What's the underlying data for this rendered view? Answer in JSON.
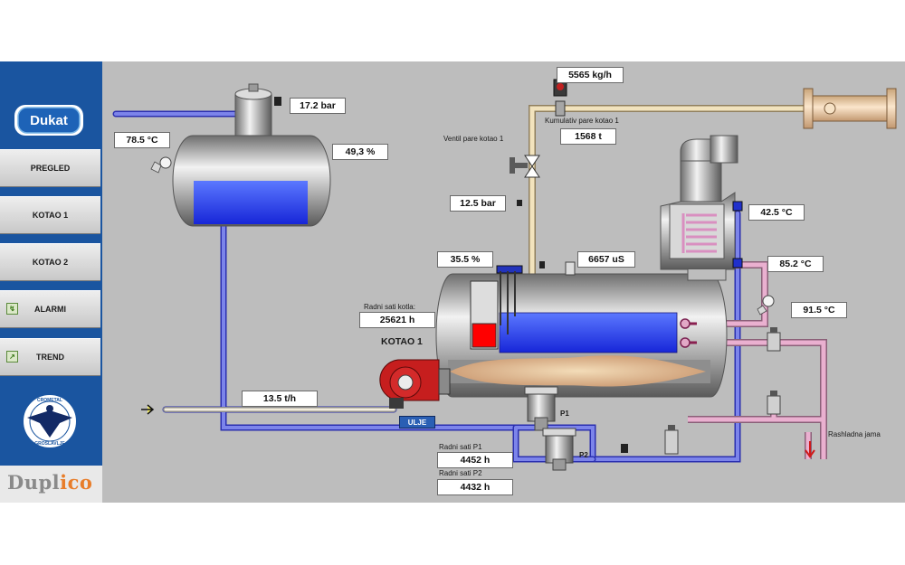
{
  "brand": {
    "logo_text": "Dukat",
    "vendor_prefix": "Dupl",
    "vendor_accent": "i",
    "vendor_suffix": "co"
  },
  "nav": [
    {
      "label": "PREGLED"
    },
    {
      "label": "KOTAO 1"
    },
    {
      "label": "KOTAO 2"
    },
    {
      "label": "ALARMI"
    },
    {
      "label": "TREND"
    }
  ],
  "badge": {
    "top_text": "CROMETAL",
    "bottom_text": "GROSLAVLJE"
  },
  "readings": {
    "tank_pressure": "17.2 bar",
    "tank_temp": "78.5 °C",
    "tank_level": "49,3 %",
    "steam_flow": "5565 kg/h",
    "steam_total": "1568 t",
    "steam_pressure": "12.5 bar",
    "boiler_level": "35.5 %",
    "conductivity": "6657 uS",
    "boiler_hours": "25621 h",
    "exhaust_temp": "42.5 °C",
    "water_temp_1": "85.2 °C",
    "water_temp_2": "91.5 °C",
    "feed_flow": "13.5 t/h",
    "pump1_hours": "4452 h",
    "pump2_hours": "4432 h"
  },
  "labels": {
    "cumulative": "Kumulativ pare kotao 1",
    "valve": "Ventil pare kotao 1",
    "boiler_hours": "Radni sati kotla:",
    "boiler_name": "KOTAO 1",
    "pump1": "P1",
    "pump2": "P2",
    "pump1_hours": "Radni sati P1",
    "pump2_hours": "Radni sati P2",
    "cooling_pit": "Rashladna jama",
    "burner_fuel": "ULJE"
  },
  "levels": {
    "tank_level_fraction": 0.493,
    "boiler_level_fraction": 0.355
  },
  "colors": {
    "water": "#1e3cff",
    "pipe_feed": "#6b73e0",
    "pipe_steam": "#f1e2b8",
    "pipe_hot": "#e7a8c8",
    "panel": "#bdbdbd",
    "sidebar": "#1a55a0",
    "burner": "#c02020"
  }
}
